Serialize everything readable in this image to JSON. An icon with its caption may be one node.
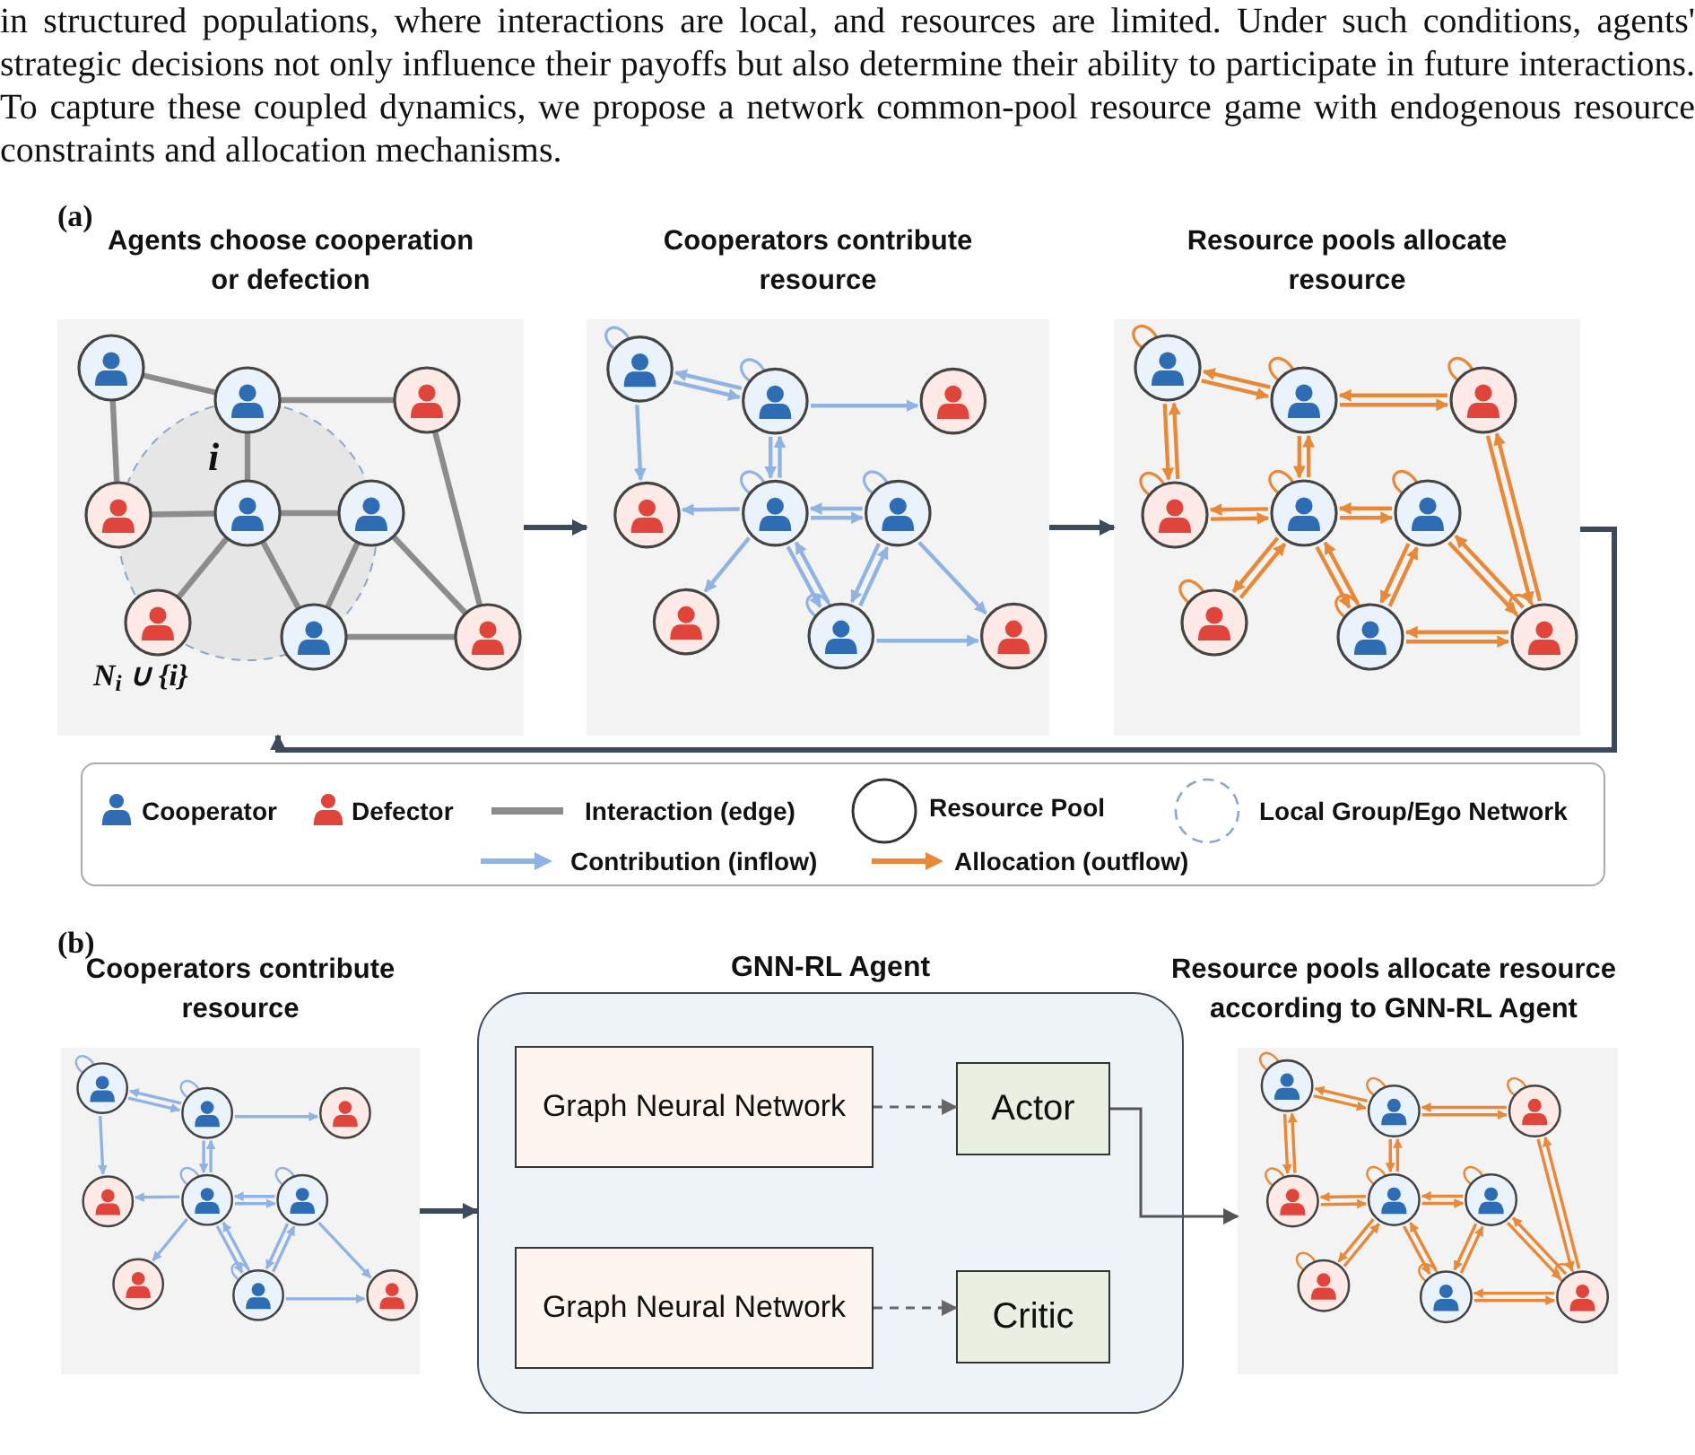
{
  "diagram": {
    "nodes": [
      {
        "text": [
          "Agents choose cooperation or defection"
        ]
      },
      {
        "text": [
          "Cooperators contribute resource"
        ]
      },
      {
        "text": [
          "Resource pools allocate resource"
        ]
      },
      {
        "text": [
          "Cooperators contribute resource"
        ]
      },
      {
        "text": [
          "GNN-RL Agent"
        ]
      },
      {
        "text": [
          "Graph Neural Network"
        ],
        "in": 4
      },
      {
        "text": [
          "Actor"
        ],
        "in": 4
      },
      {
        "text": [
          "Graph Neural Network"
        ],
        "in": 4
      },
      {
        "text": [
          "Critic"
        ],
        "in": 4
      },
      {
        "text": [
          "Resource pools allocate resource according to GNN-RL Agent"
        ]
      }
    ],
    "edges": [
      {
        "from": 0,
        "to": 1,
        "arrow": "to"
      },
      {
        "from": 1,
        "to": 2,
        "arrow": "to"
      },
      {
        "from": 2,
        "to": 0,
        "arrow": "to"
      },
      {
        "from": 3,
        "to": 4,
        "arrow": "to"
      },
      {
        "from": 5,
        "to": 6,
        "arrow": "to",
        "style": "dashed",
        "color": "#666666"
      },
      {
        "from": 7,
        "to": 8,
        "arrow": "to",
        "style": "dashed",
        "color": "#666666"
      },
      {
        "from": 6,
        "to": 9,
        "arrow": "to",
        "color": "#555555"
      }
    ],
    "labels": [
      "in structured populations, where interactions are local, and resources are limited.  Under such conditions, agents' strategic decisions not only influence their payoffs but also determine their ability to participate in future interactions. To capture these coupled dynamics, we propose a network common-pool resource game with endogenous resource constraints and allocation mechanisms.",
      "(a)",
      "i",
      "N$_{i}$ ∪ {i}",
      "(b)"
    ],
    "legend": [
      {
        "text": "Cooperator"
      },
      {
        "text": "Defector"
      },
      {
        "text": "Interaction (edge)"
      },
      {
        "text": "Resource Pool"
      },
      {
        "text": "Local Group/Ego Network"
      },
      {
        "text": "Contribution (inflow)"
      },
      {
        "text": "Allocation (outflow)"
      }
    ]
  }
}
